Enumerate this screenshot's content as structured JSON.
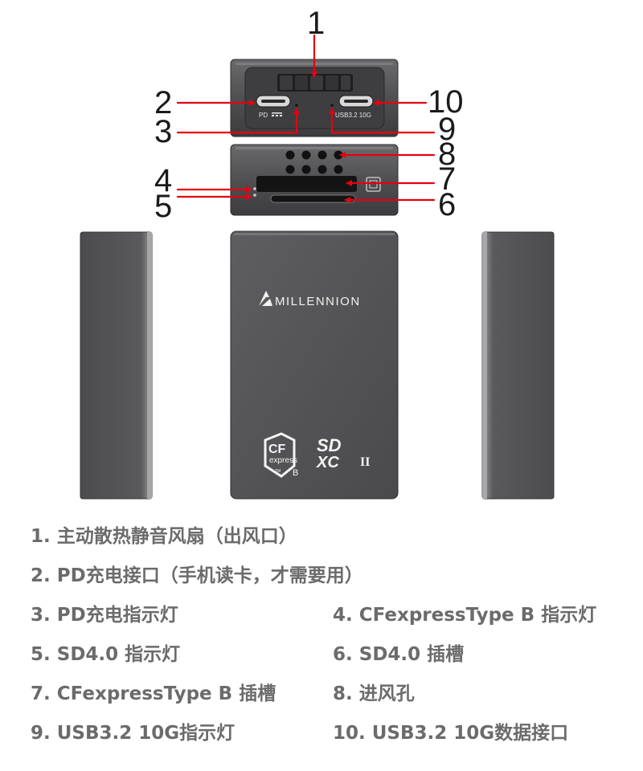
{
  "callouts": [
    "1",
    "2",
    "3",
    "4",
    "5",
    "6",
    "7",
    "8",
    "9",
    "10"
  ],
  "device": {
    "brand": "MILLENNION",
    "port_pd_label": "PD",
    "port_usb_label": "USB3.2 10G",
    "cf_logo": {
      "main": "CF",
      "sub": "express",
      "tm": "TM",
      "type": "B"
    },
    "sd_logo": {
      "main": "SD",
      "sub": "XC",
      "class": "II"
    }
  },
  "legend": [
    "1. 主动散热静音风扇（出风口）",
    "2. PD充电接口（手机读卡，才需要用）",
    "3. PD充电指示灯",
    "4. CFexpressType B 指示灯",
    "5. SD4.0 指示灯",
    "6. SD4.0 插槽",
    "7. CFexpressType B 插槽",
    "8. 进风孔",
    "9. USB3.2 10G指示灯",
    "10. USB3.2 10G数据接口"
  ],
  "colors": {
    "callout": "#e60012",
    "body_dark": "#4a4a4c",
    "body_light": "#8a8a8c",
    "legend_text": "#6b6b6b"
  }
}
